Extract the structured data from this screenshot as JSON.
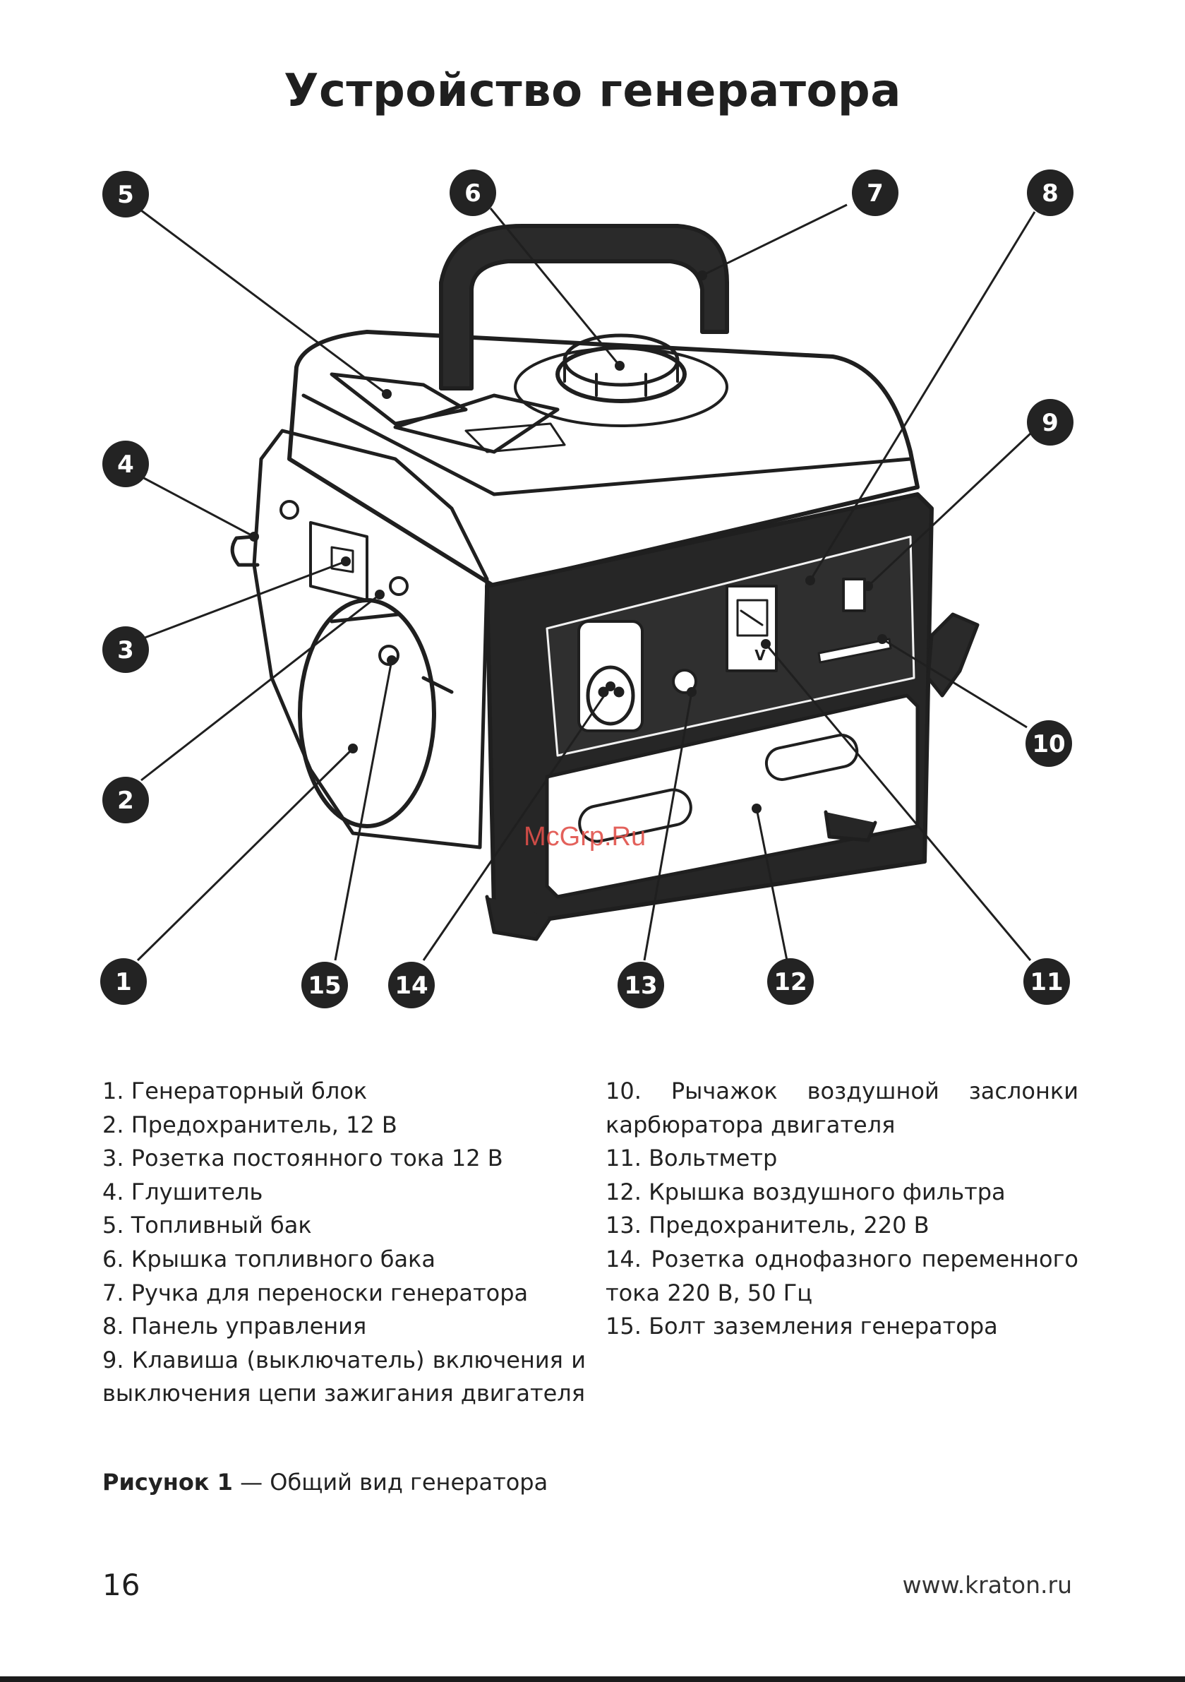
{
  "title": "Устройство генератора",
  "callouts": [
    "1",
    "2",
    "3",
    "4",
    "5",
    "6",
    "7",
    "8",
    "9",
    "10",
    "11",
    "12",
    "13",
    "14",
    "15"
  ],
  "legend_left": [
    "1. Генераторный блок",
    "2. Предохранитель, 12 В",
    "3. Розетка постоянного тока 12 В",
    "4. Глушитель",
    "5. Топливный бак",
    "6. Крышка топливного бака",
    "7. Ручка для переноски генератора",
    "8. Панель управления",
    "9. Клавиша (выключатель) включения и выключения цепи зажигания двигателя"
  ],
  "legend_right": [
    "10. Рычажок воздушной заслонки карбюратора двигателя",
    "11. Вольтметр",
    "12. Крышка воздушного фильтра",
    "13. Предохранитель, 220 В",
    "14. Розетка однофазного переменного тока 220 В, 50 Гц",
    "15. Болт заземления генератора"
  ],
  "caption": {
    "label": "Рисунок 1",
    "text": " — Общий вид генератора"
  },
  "page_number": "16",
  "site": "www.kraton.ru",
  "watermark": "McGrp.Ru",
  "meter_label": "V",
  "colors": {
    "ink": "#1f1f1f",
    "callout_fill": "#232323",
    "watermark": "#e0504a"
  }
}
